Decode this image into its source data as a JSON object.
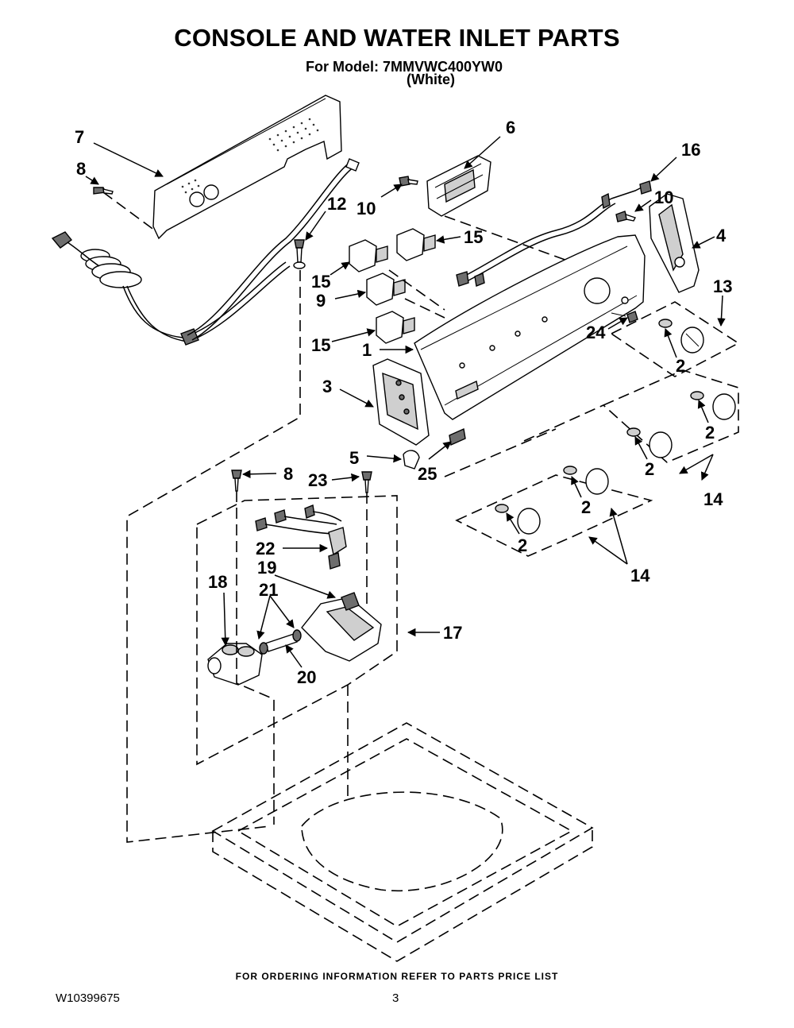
{
  "header": {
    "title": "CONSOLE AND WATER INLET PARTS",
    "model_line": "For Model: 7MMVWC400YW0",
    "variant": "(White)"
  },
  "callouts": [
    "7",
    "8",
    "6",
    "16",
    "10",
    "10",
    "12",
    "4",
    "15",
    "15",
    "9",
    "13",
    "15",
    "1",
    "24",
    "2",
    "3",
    "2",
    "5",
    "25",
    "2",
    "8",
    "23",
    "2",
    "14",
    "2",
    "22",
    "19",
    "14",
    "18",
    "21",
    "17",
    "20"
  ],
  "footer": {
    "note": "FOR ORDERING INFORMATION REFER TO PARTS PRICE LIST",
    "doc_id": "W10399675",
    "page": "3"
  }
}
